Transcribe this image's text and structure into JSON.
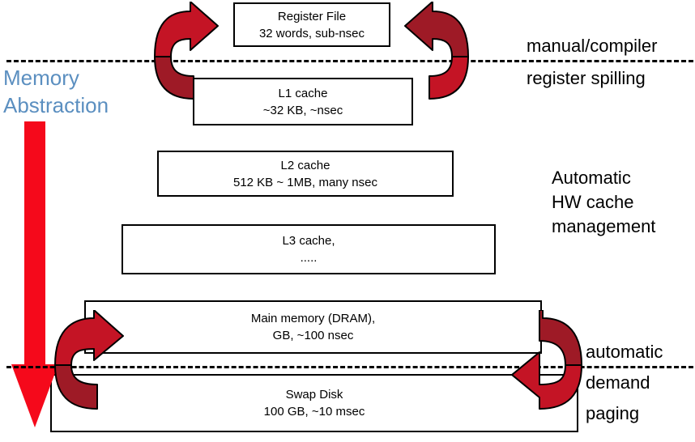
{
  "diagram": {
    "title": "Memory hierarchy abstraction diagram",
    "colors": {
      "arrow_bright_red": "#F5091B",
      "arrow_dark_red": "#9E1A26",
      "curve_red": "#D81324",
      "memory_abstraction_text": "#5B8FC0",
      "box_border": "#000000",
      "background": "#FFFFFF"
    },
    "left_label": {
      "line1": "Memory",
      "line2": "Abstraction",
      "arrow_icon": "down-arrow-icon"
    },
    "levels": [
      {
        "id": "register-file",
        "line1": "Register File",
        "line2": "32 words, sub-nsec"
      },
      {
        "id": "l1-cache",
        "line1": "L1 cache",
        "line2": "~32 KB, ~nsec"
      },
      {
        "id": "l2-cache",
        "line1": "L2 cache",
        "line2": "512 KB ~ 1MB, many nsec"
      },
      {
        "id": "l3-cache",
        "line1": "L3 cache,",
        "line2": "....."
      },
      {
        "id": "main-memory",
        "line1": "Main memory (DRAM),",
        "line2": "GB, ~100 nsec"
      },
      {
        "id": "swap-disk",
        "line1": "Swap Disk",
        "line2": "100 GB, ~10 msec"
      }
    ],
    "annotations": {
      "manual": "manual/compiler",
      "spilling": "register spilling",
      "auto_hw_cache": "Automatic\nHW cache\nmanagement",
      "auto_hw_cache_line1": "Automatic",
      "auto_hw_cache_line2": "HW cache",
      "auto_hw_cache_line3": "management",
      "automatic": "automatic",
      "demand": "demand",
      "paging": "paging"
    },
    "boundaries": [
      {
        "id": "register-l1-boundary",
        "style": "dashed"
      },
      {
        "id": "dram-swap-boundary",
        "style": "dashed"
      }
    ],
    "transfer_arrows": [
      {
        "id": "register-l1-left",
        "direction": "up-right"
      },
      {
        "id": "register-l1-right",
        "direction": "down-left"
      },
      {
        "id": "dram-swap-left",
        "direction": "up-right"
      },
      {
        "id": "dram-swap-right",
        "direction": "down-left"
      }
    ]
  }
}
